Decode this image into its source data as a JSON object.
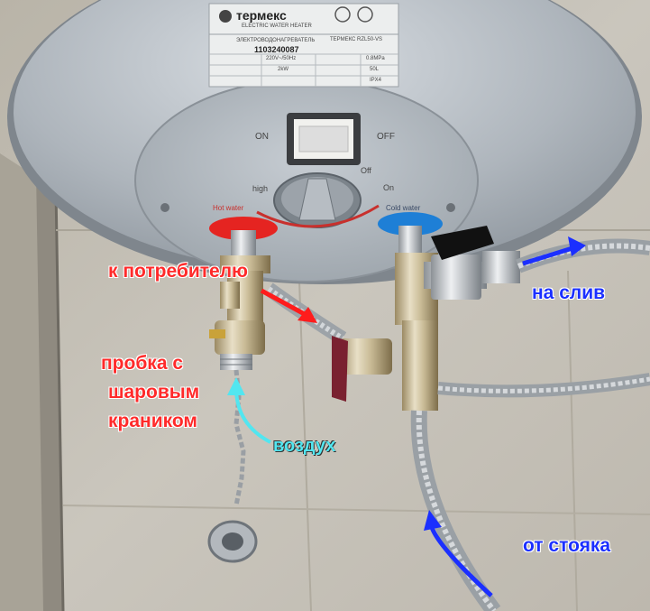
{
  "heater": {
    "brand": "термекс",
    "plate_line1": "ELECTRIC WATER HEATER",
    "plate_line2": "ЭЛЕКТРОВОДОНАГРЕВАТЕЛЬ",
    "model": "ТЕРМЕКС RZL50-VS",
    "serial": "1103240087",
    "spec_voltage": "220V~/50Hz",
    "spec_power": "2kW",
    "spec_pressure": "0.8MPa",
    "spec_volume": "50L",
    "spec_ip": "IPX4",
    "switch_on": "ON",
    "switch_off": "OFF",
    "knob_high": "high",
    "knob_off": "Off",
    "knob_on": "On",
    "hot_water": "Hot water",
    "cold_water": "Cold water"
  },
  "labels": {
    "consumer": "к потребителю",
    "drain": "на слив",
    "plug": [
      "пробка с",
      "шаровым",
      "краником"
    ],
    "air": "воздух",
    "from_riser": "от стояка"
  },
  "colors": {
    "red_label": "#ff2a2a",
    "blue_label": "#1b2fff",
    "cyan_label": "#52e6f0"
  }
}
